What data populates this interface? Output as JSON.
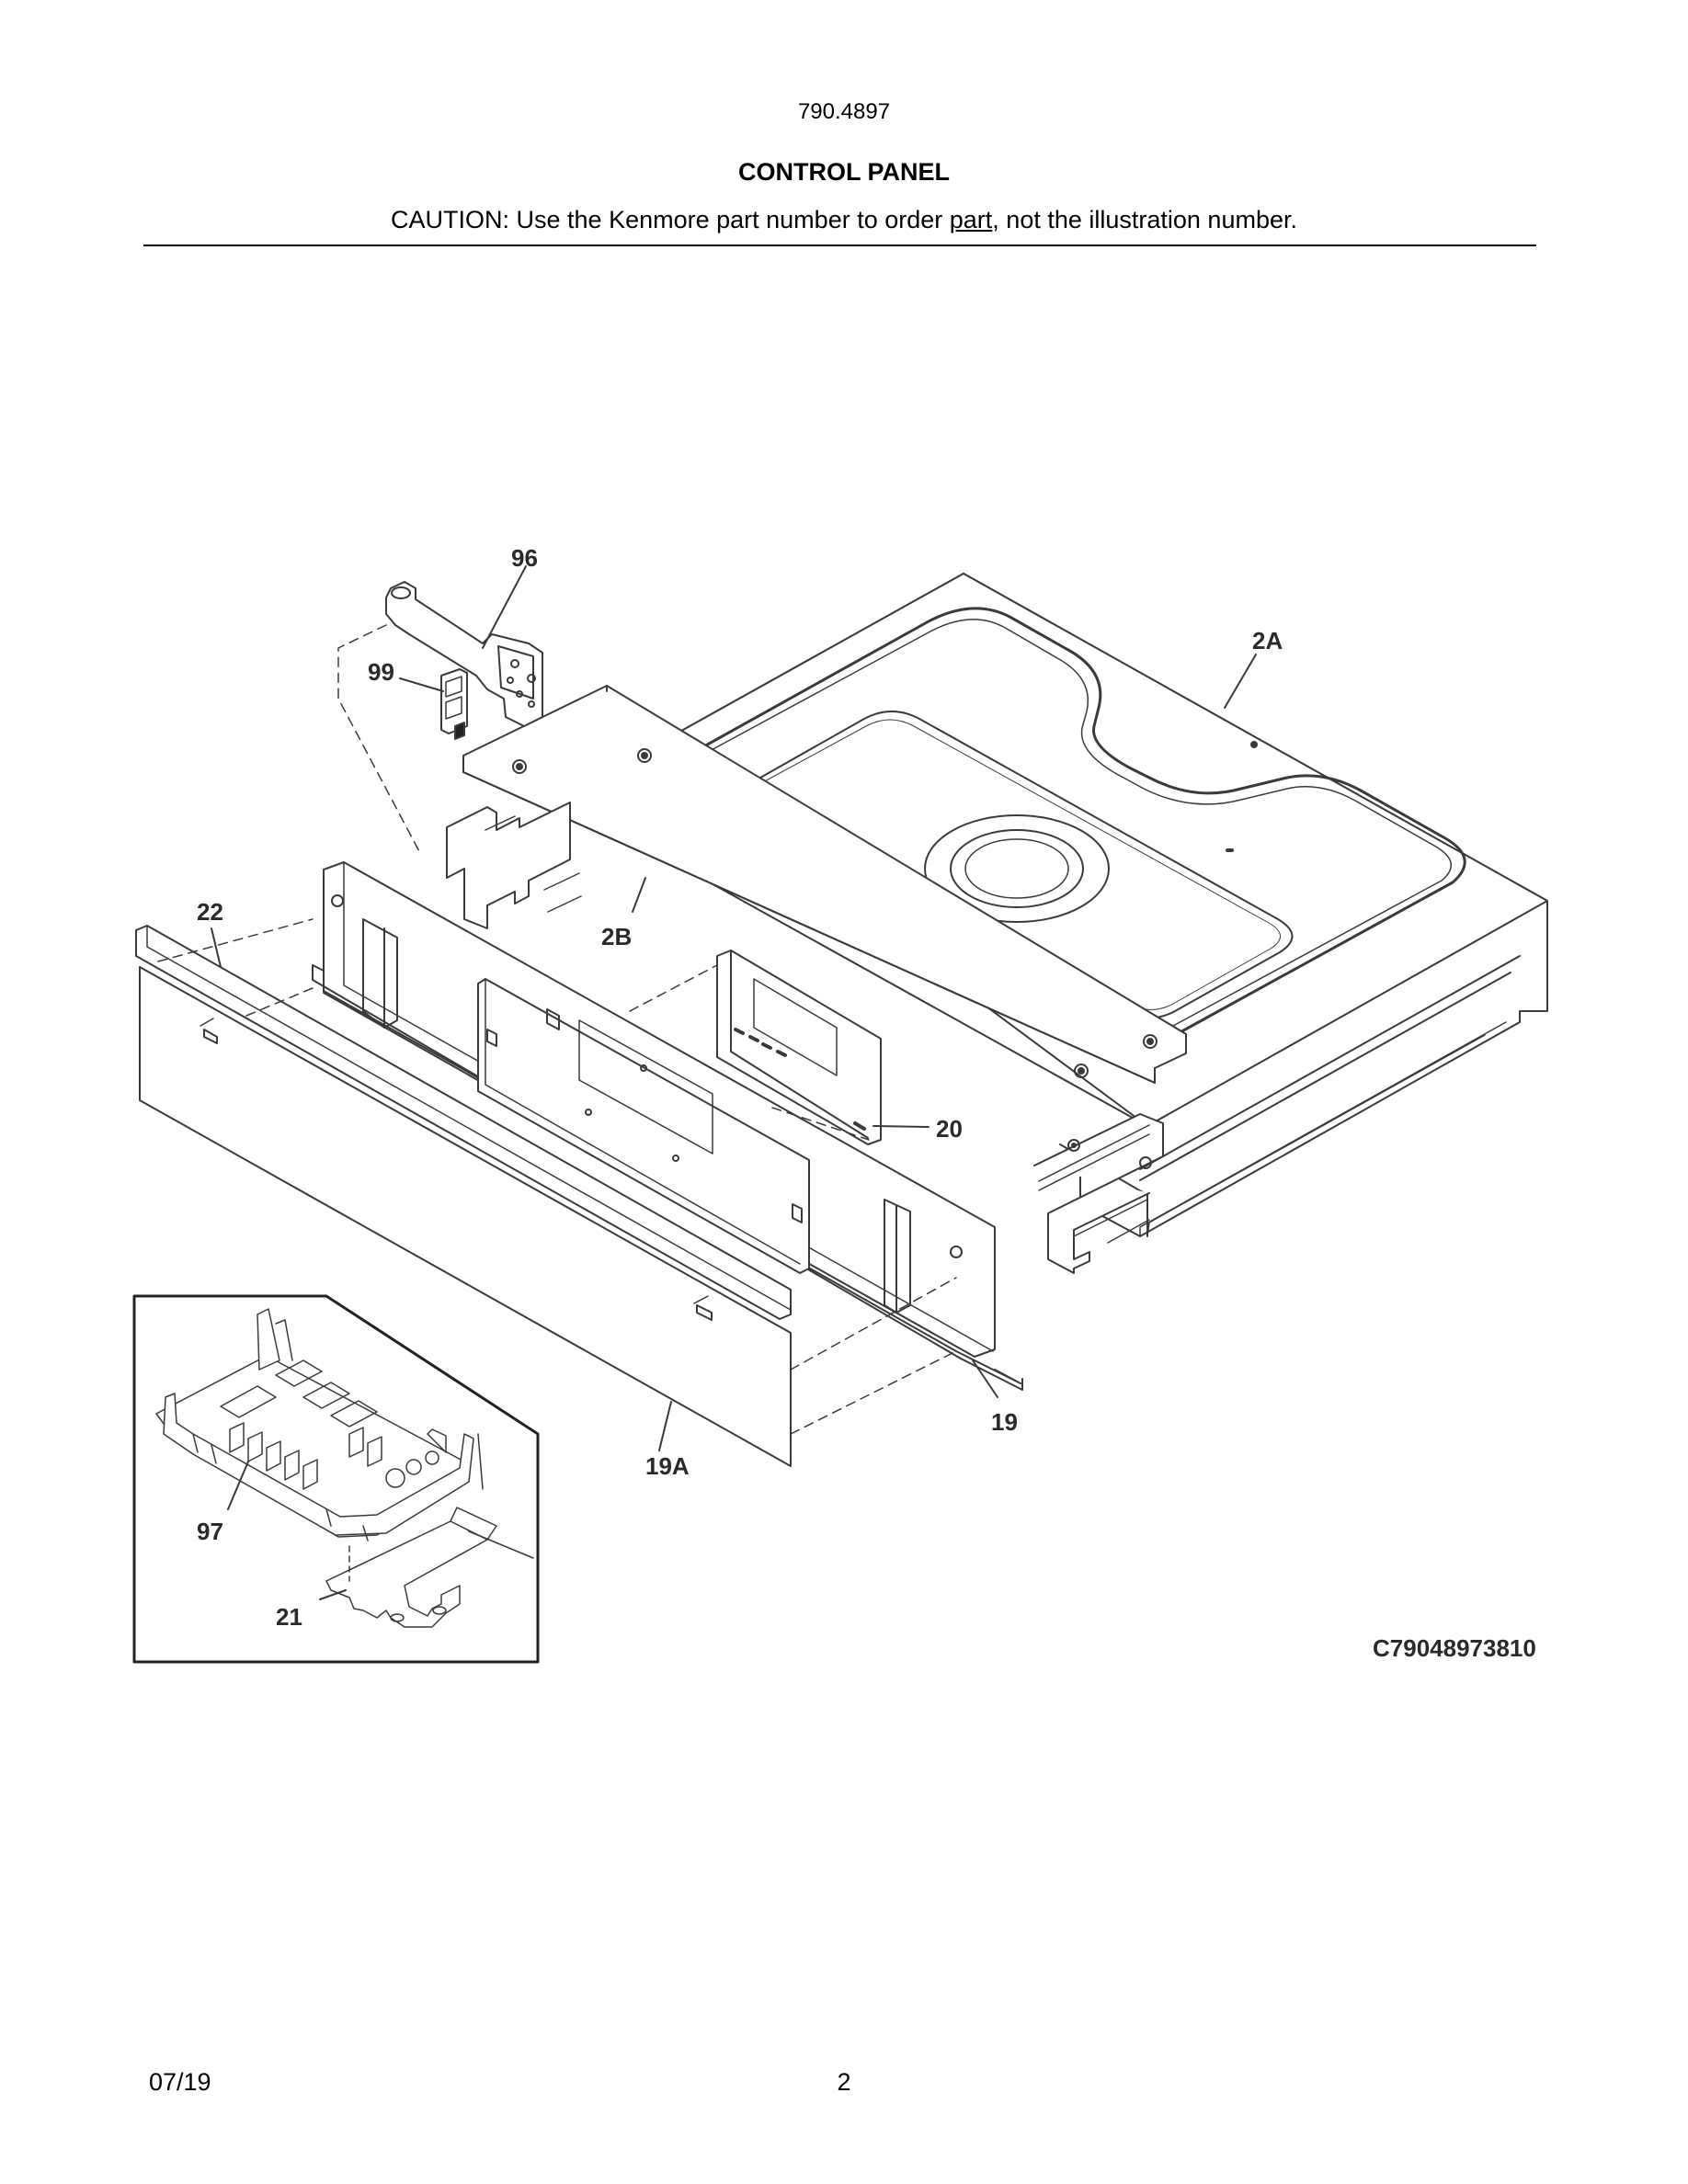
{
  "header": {
    "model_number": "790.4897",
    "title": "CONTROL PANEL",
    "caution_prefix": "CAUTION: Use the Kenmore part number to order ",
    "caution_underlined": "part",
    "caution_suffix": ", not the illustration number."
  },
  "diagram": {
    "callouts": {
      "c96": "96",
      "c99": "99",
      "c2A": "2A",
      "c22": "22",
      "c2B": "2B",
      "c20": "20",
      "c19": "19",
      "c19A": "19A",
      "c97": "97",
      "c21": "21"
    },
    "drawing_code": "C79048973810"
  },
  "footer": {
    "date": "07/19",
    "page": "2"
  }
}
